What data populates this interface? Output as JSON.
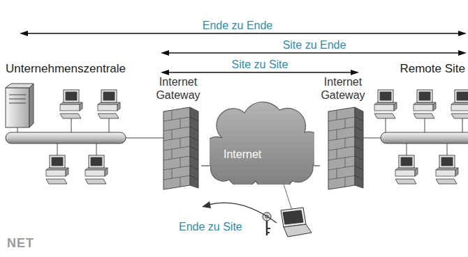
{
  "diagram": {
    "nodes": [
      {
        "text": [
          "Internet Gateway"
        ]
      },
      {
        "text": [
          "Internet"
        ]
      },
      {
        "text": [
          "Internet Gateway"
        ]
      }
    ],
    "edges": [
      {
        "from": 0,
        "to": 1,
        "arrow": "none"
      },
      {
        "from": 1,
        "to": 2,
        "arrow": "none"
      }
    ],
    "labels": [
      "Ende zu Ende",
      "Site zu Ende",
      "Site zu Site",
      "Unternehmenszentrale",
      "Remote Site",
      "Ende zu Site",
      "NET"
    ]
  }
}
